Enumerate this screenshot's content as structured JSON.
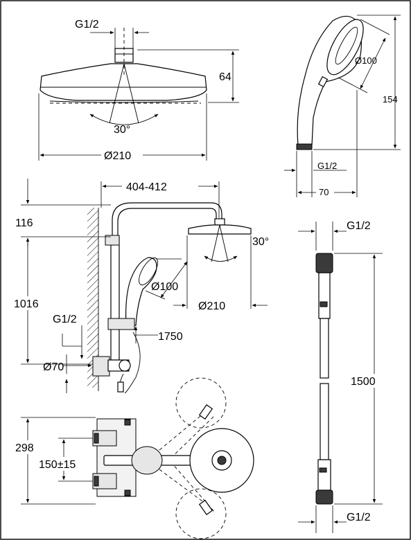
{
  "labels": {
    "head_thread": "G1/2",
    "head_height": "64",
    "head_angle": "30°",
    "head_diameter": "Ø210",
    "hand_diameter": "Ø100",
    "hand_length": "154",
    "hand_thread": "G1/2",
    "hand_width": "70",
    "arm_reach": "404-412",
    "top_offset": "116",
    "riser_height": "1016",
    "mixer_thread": "G1/2",
    "mixer_diameter": "Ø70",
    "system_hand_diameter": "Ø100",
    "system_head_diameter": "Ø210",
    "system_angle": "30°",
    "total_height": "1750",
    "hose_top_thread": "G1/2",
    "hose_length": "1500",
    "hose_bottom_thread": "G1/2",
    "valve_height": "298",
    "inlet_spacing": "150±15"
  }
}
